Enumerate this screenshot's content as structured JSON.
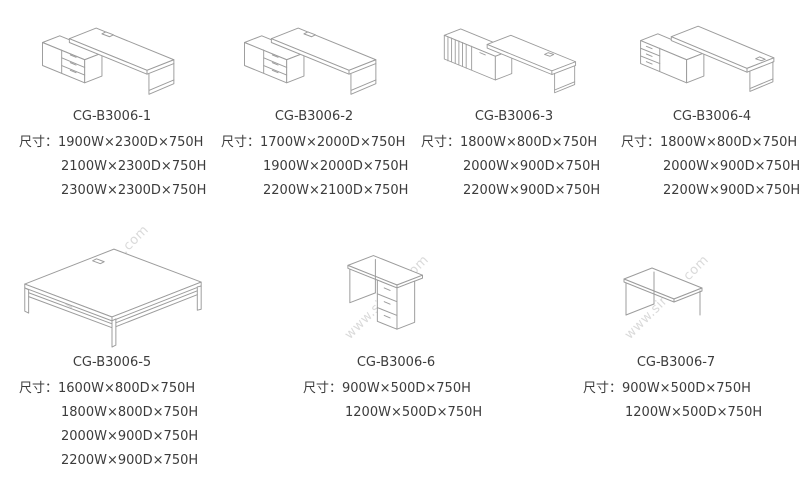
{
  "watermark": {
    "text": "www.sircgo.com"
  },
  "dims_label": "尺寸：",
  "products": [
    {
      "model": "CG-B3006-1",
      "drawing": "l-shaped-desk-with-drawer-credenza-left",
      "dims": [
        "1900W×2300D×750H",
        "2100W×2300D×750H",
        "2300W×2300D×750H"
      ]
    },
    {
      "model": "CG-B3006-2",
      "drawing": "l-shaped-desk-with-drawer-credenza-left",
      "dims": [
        "1700W×2000D×750H",
        "1900W×2000D×750H",
        "2200W×2100D×750H"
      ]
    },
    {
      "model": "CG-B3006-3",
      "drawing": "desk-with-louver-side-cabinet",
      "dims": [
        "1800W×800D×750H",
        "2000W×900D×750H",
        "2200W×900D×750H"
      ]
    },
    {
      "model": "CG-B3006-4",
      "drawing": "l-shaped-desk-with-corner-cabinet",
      "dims": [
        "1800W×800D×750H",
        "2000W×900D×750H",
        "2200W×900D×750H"
      ]
    },
    {
      "model": "CG-B3006-5",
      "drawing": "rectangular-desk-four-legs",
      "dims": [
        "1600W×800D×750H",
        "1800W×800D×750H",
        "2000W×900D×750H",
        "2200W×900D×750H"
      ]
    },
    {
      "model": "CG-B3006-6",
      "drawing": "small-desk-with-drawer-pedestal",
      "dims": [
        "900W×500D×750H",
        "1200W×500D×750H"
      ]
    },
    {
      "model": "CG-B3006-7",
      "drawing": "small-side-table",
      "dims": [
        "900W×500D×750H",
        "1200W×500D×750H"
      ]
    }
  ]
}
